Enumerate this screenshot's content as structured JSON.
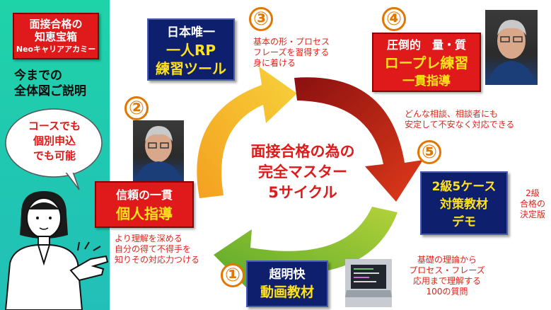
{
  "sidebar": {
    "title_lines": [
      "面接合格の",
      "知恵宝箱",
      "Neoキャリアアカミー"
    ],
    "overview_lines": [
      "今までの",
      "全体図ご説明"
    ],
    "bubble_lines": [
      "コースでも",
      "個別申込",
      "でも可能"
    ]
  },
  "center": {
    "lines": [
      "面接合格の為の",
      "完全マスター",
      "5サイクル"
    ]
  },
  "steps": [
    {
      "number": "①",
      "lines": [
        "超明快",
        "動画教材"
      ],
      "note_lines": [
        "基礎の理論から",
        "プロセス・フレーズ",
        "応用まで理解する",
        "100の質問"
      ]
    },
    {
      "number": "②",
      "lines": [
        "信頼の一貫",
        "個人指導"
      ],
      "note_lines": [
        "より理解を深める",
        "自分の得て不得手を",
        "知りその対応力つける"
      ]
    },
    {
      "number": "③",
      "lines": [
        "日本唯一",
        "一人RP",
        "練習ツール"
      ],
      "note_lines": [
        "基本の形・プロセス",
        "フレーズを習得する",
        "身に着ける"
      ]
    },
    {
      "number": "④",
      "lines": [
        "圧倒的　量・質",
        "ロープレ練習",
        "一貫指導"
      ],
      "note_lines": [
        "どんな相談、相談者にも",
        "安定して不安なく対応できる"
      ]
    },
    {
      "number": "⑤",
      "lines": [
        "2級5ケース",
        "対策教材",
        "デモ"
      ],
      "note_lines": [
        "2級",
        "合格の",
        "決定版"
      ]
    }
  ],
  "colors": {
    "sidebar": "#20c9b0",
    "red_box": "#e01a1a",
    "navy_box": "#0e1f6e",
    "number_orange": "#e07800",
    "note_red": "#e0241b"
  },
  "icons": [
    "cycle-arrows-icon",
    "woman-pointing-illustration",
    "instructor-photo",
    "laptop-photo"
  ]
}
